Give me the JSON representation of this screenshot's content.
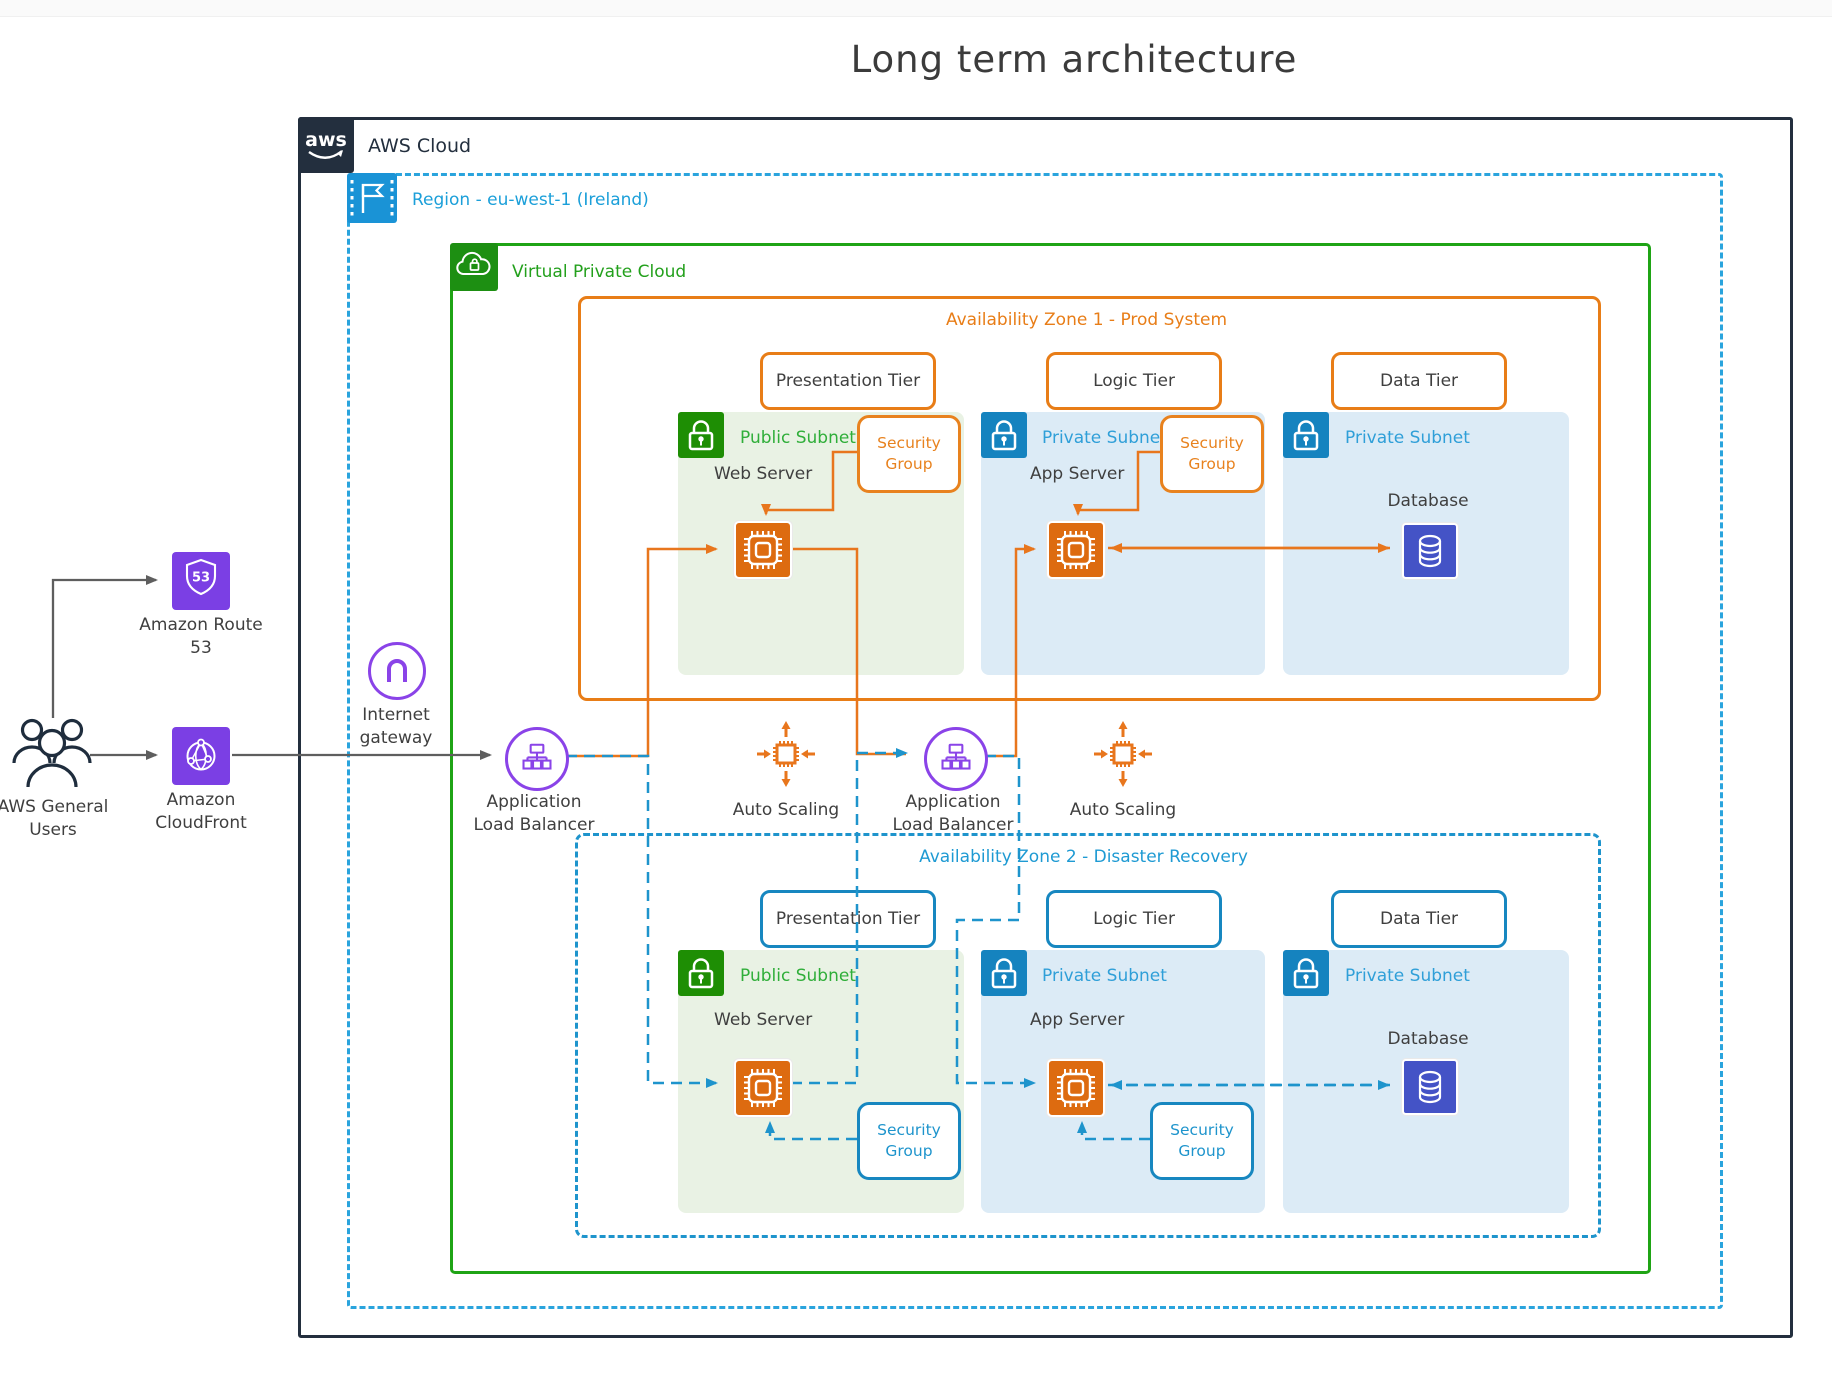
{
  "title": "Long term architecture",
  "cloud": {
    "logo": "aws",
    "label": "AWS Cloud"
  },
  "region": {
    "label": "Region - eu-west-1 (Ireland)"
  },
  "vpc": {
    "label": "Virtual Private Cloud"
  },
  "external": {
    "users": {
      "line1": "AWS General",
      "line2": "Users"
    },
    "route53": {
      "line1": "Amazon Route",
      "line2": "53",
      "badge": "53"
    },
    "cloudfront": {
      "line1": "Amazon",
      "line2": "CloudFront"
    }
  },
  "gateway": {
    "line1": "Internet",
    "line2": "gateway"
  },
  "load_balancers": {
    "alb1": {
      "line1": "Application",
      "line2": "Load Balancer"
    },
    "alb2": {
      "line1": "Application",
      "line2": "Load Balancer"
    }
  },
  "auto_scaling": {
    "as1": {
      "label": "Auto Scaling"
    },
    "as2": {
      "label": "Auto Scaling"
    }
  },
  "az1": {
    "label": "Availability Zone 1 - Prod System",
    "tiers": [
      {
        "label": "Presentation Tier"
      },
      {
        "label": "Logic Tier"
      },
      {
        "label": "Data Tier"
      }
    ],
    "public_subnet": {
      "label": "Public Subnet",
      "server": "Web Server"
    },
    "app_subnet": {
      "label": "Private Subnet",
      "server": "App Server"
    },
    "db_subnet": {
      "label": "Private Subnet",
      "database": "Database"
    },
    "security_groups": [
      {
        "line1": "Security",
        "line2": "Group"
      },
      {
        "line1": "Security",
        "line2": "Group"
      }
    ]
  },
  "az2": {
    "label": "Availability Zone 2 - Disaster Recovery",
    "tiers": [
      {
        "label": "Presentation Tier"
      },
      {
        "label": "Logic Tier"
      },
      {
        "label": "Data Tier"
      }
    ],
    "public_subnet": {
      "label": "Public Subnet",
      "server": "Web Server"
    },
    "app_subnet": {
      "label": "Private Subnet",
      "server": "App Server"
    },
    "db_subnet": {
      "label": "Private Subnet",
      "database": "Database"
    },
    "security_groups": [
      {
        "line1": "Security",
        "line2": "Group"
      },
      {
        "line1": "Security",
        "line2": "Group"
      }
    ]
  },
  "colors": {
    "aws_navy": "#232F3E",
    "region_blue": "#2AA4DD",
    "vpc_green": "#1FA415",
    "az1_orange": "#E87D17",
    "az2_blue": "#1E94CC",
    "purple": "#7B3FE4",
    "db_indigo": "#4453C6",
    "server_orange": "#DD6B10",
    "public_subnet_bg": "#E9F2E4",
    "private_subnet_bg": "#DCEBF6",
    "arrow_gray": "#5E5E5E"
  }
}
